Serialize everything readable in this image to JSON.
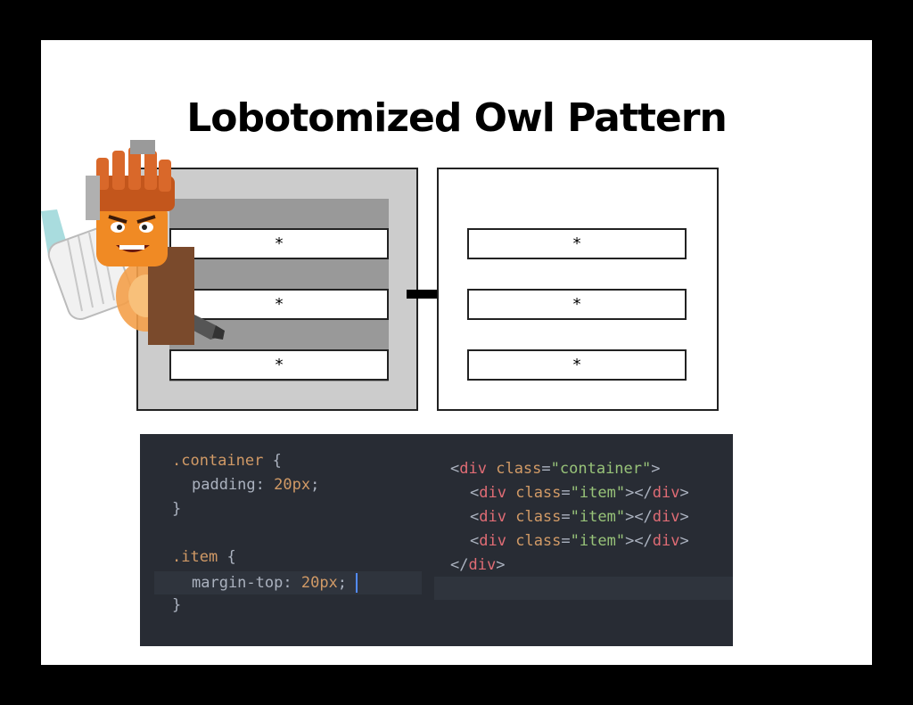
{
  "slide": {
    "title": "Lobotomized Owl Pattern"
  },
  "diagram": {
    "item_marker": "*",
    "before_items": [
      "*",
      "*",
      "*"
    ],
    "after_items": [
      "*",
      "*",
      "*"
    ]
  },
  "code": {
    "css": {
      "selector_container": ".container",
      "open_brace": "{",
      "close_brace": "}",
      "prop_padding": "padding",
      "value_padding": "20px",
      "selector_item": ".item",
      "prop_margin": "margin-top",
      "value_margin": "20px"
    },
    "html": {
      "open_tag": "div",
      "attr": "class",
      "container_class": "\"container\"",
      "item_class": "\"item\""
    }
  },
  "colors": {
    "slide_bg": "#ffffff",
    "frame_bg": "#000000",
    "editor_bg": "#282c34",
    "tag": "#e06c75",
    "string": "#98c379",
    "number": "#d19a66"
  }
}
